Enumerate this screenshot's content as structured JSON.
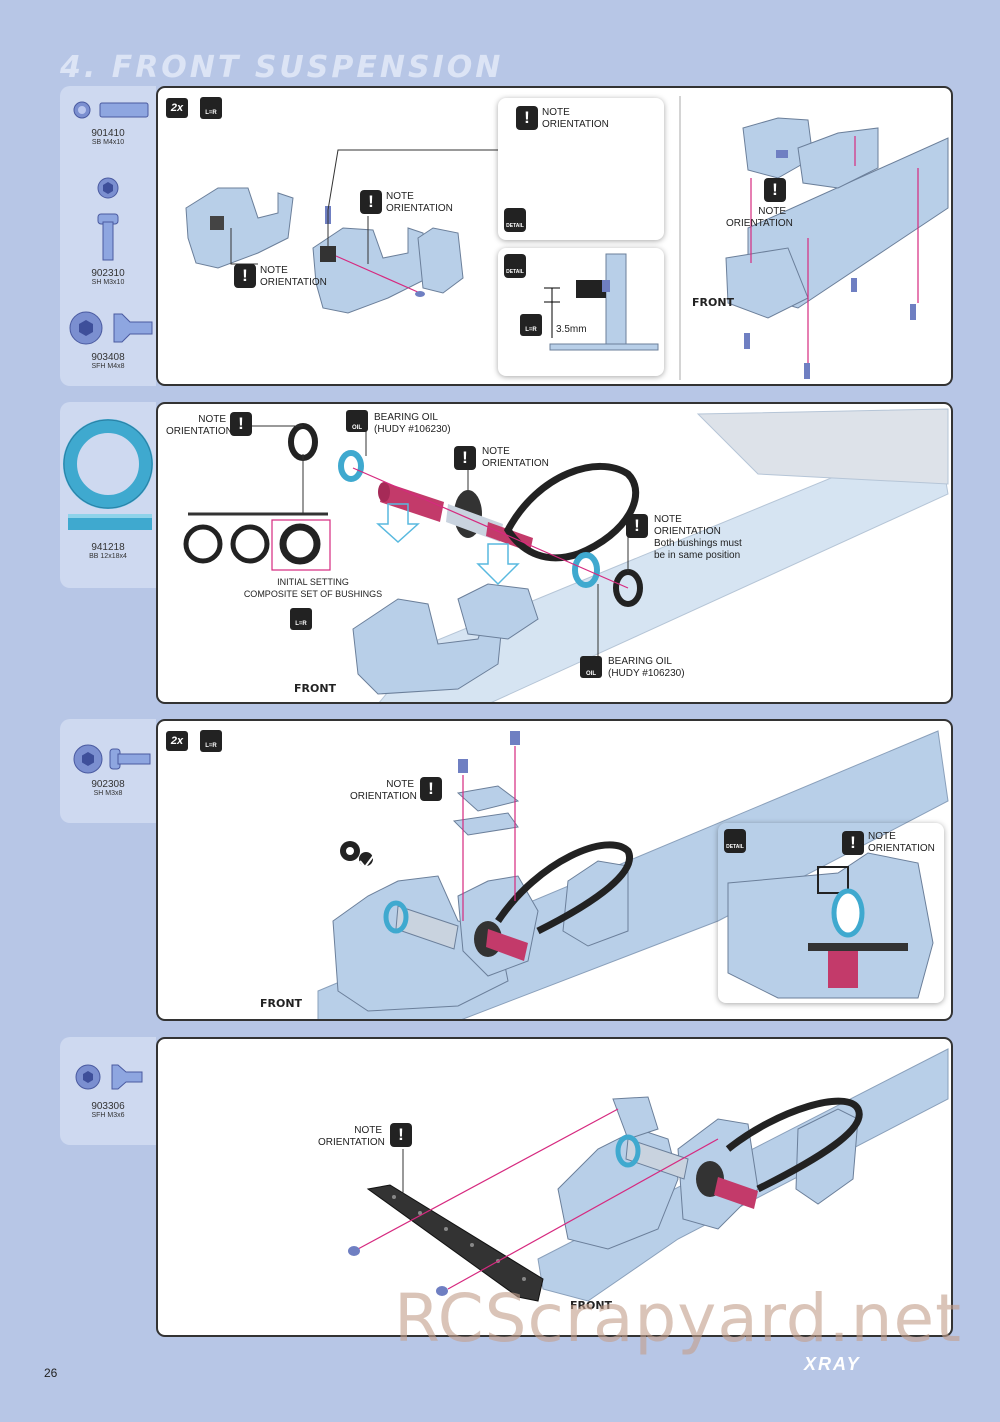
{
  "page": {
    "title": "4. FRONT SUSPENSION",
    "page_number": "26",
    "brand": "XRAY",
    "watermark": "RCScrapyard.net"
  },
  "parts": [
    {
      "code": "901410",
      "desc": "SB M4x10"
    },
    {
      "code": "902310",
      "desc": "SH M3x10"
    },
    {
      "code": "903408",
      "desc": "SFH M4x8"
    },
    {
      "code": "941218",
      "desc": "BB 12x18x4"
    },
    {
      "code": "902308",
      "desc": "SH M3x8"
    },
    {
      "code": "903306",
      "desc": "SFH M3x6"
    }
  ],
  "steps": {
    "s1": {
      "qty": "2x",
      "lr": "L=R",
      "note1": "NOTE\nORIENTATION",
      "note2": "NOTE\nORIENTATION",
      "note3": "NOTE\nORIENTATION",
      "note4": "NOTE\nORIENTATION",
      "detail": "DETAIL",
      "dimension": "3.5mm",
      "front": "FRONT"
    },
    "s2": {
      "note1": "NOTE\nORIENTATION",
      "oil1": "BEARING OIL\n(HUDY #106230)",
      "note2": "NOTE\nORIENTATION",
      "note3": "NOTE\nORIENTATION\nBoth bushings must\nbe in same position",
      "initial": "INITIAL SETTING\nCOMPOSITE SET OF BUSHINGS",
      "oil2": "BEARING OIL\n(HUDY #106230)",
      "oil_tag": "OIL",
      "lr": "L=R",
      "front": "FRONT"
    },
    "s3": {
      "qty": "2x",
      "lr": "L=R",
      "note1": "NOTE\nORIENTATION",
      "note2": "NOTE\nORIENTATION",
      "detail": "DETAIL",
      "front": "FRONT"
    },
    "s4": {
      "note1": "NOTE\nORIENTATION",
      "front": "FRONT"
    }
  },
  "colors": {
    "background": "#b7c6e6",
    "sidebar": "#ced9f0",
    "part_blue": "#b8cfe8",
    "screw": "#6f7fc2",
    "bearing": "#3fa9cf",
    "arrow": "#d6297f",
    "shaft": "#c33a6a"
  }
}
